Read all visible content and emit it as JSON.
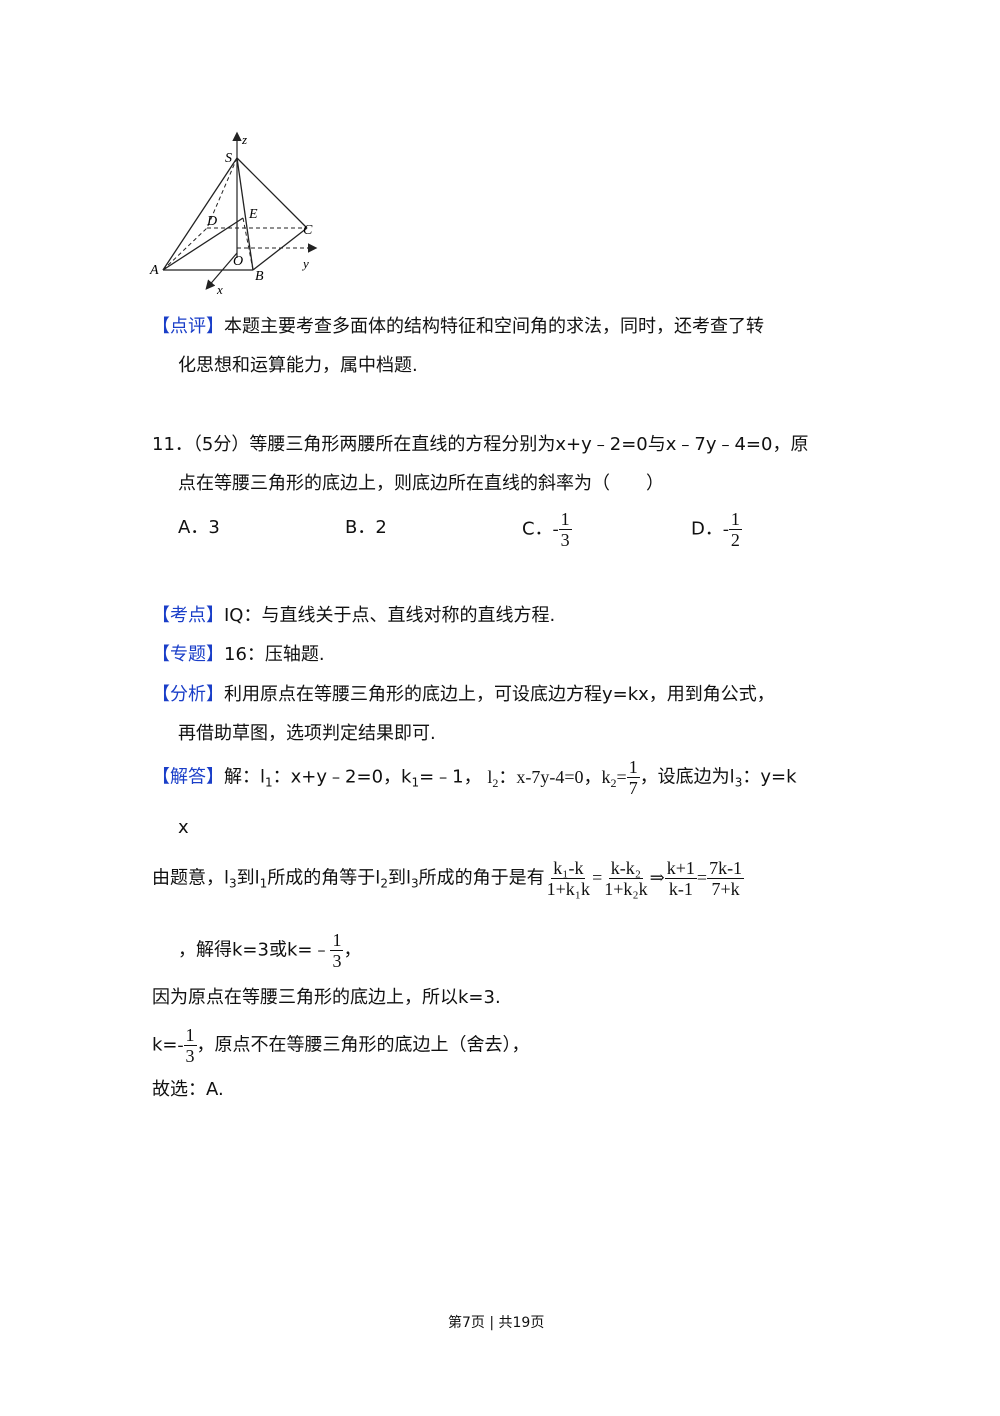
{
  "figure": {
    "labels": {
      "S": "S",
      "z": "z",
      "D": "D",
      "E": "E",
      "C": "C",
      "A": "A",
      "O": "O",
      "B": "B",
      "y": "y",
      "x": "x"
    }
  },
  "comment": {
    "tag": "【点评】",
    "line1": "本题主要考查多面体的结构特征和空间角的求法，同时，还考查了转",
    "line2": "化思想和运算能力，属中档题."
  },
  "question": {
    "line1": "11．（5分）等腰三角形两腰所在直线的方程分别为x+y﹣2=0与x﹣7y﹣4=0，原",
    "line2": "点在等腰三角形的底边上，则底边所在直线的斜率为（　　）",
    "options": {
      "a": "A．3",
      "b": "B．2",
      "c_label": "C．",
      "c_sign": "-",
      "c_num": "1",
      "c_den": "3",
      "d_label": "D．",
      "d_sign": "-",
      "d_num": "1",
      "d_den": "2"
    }
  },
  "kaodian": {
    "tag": "【考点】",
    "text": "IQ：与直线关于点、直线对称的直线方程."
  },
  "zhuanti": {
    "tag": "【专题】",
    "text": "16：压轴题."
  },
  "fenxi": {
    "tag": "【分析】",
    "line1": "利用原点在等腰三角形的底边上，可设底边方程y=kx，用到角公式，",
    "line2": "再借助草图，选项判定结果即可."
  },
  "jieda": {
    "tag": "【解答】",
    "p1": "解：l",
    "s1": "1",
    "p2": "：x+y﹣2=0，k",
    "s2": "1",
    "p3": "=﹣1，",
    "l2": "l",
    "s3": "2",
    "p4": "：x-7y-4=0，",
    "k2": "k",
    "s4": "2",
    "eq": "=",
    "f_num": "1",
    "f_den": "7",
    "p5": "，设底边为l",
    "s5": "3",
    "p6": "：y=k",
    "wrap": "x"
  },
  "derivation": {
    "t1": "由题意，l",
    "s1": "3",
    "t2": "到l",
    "s2": "1",
    "t3": "所成的角等于l",
    "s3": "2",
    "t4": "到l",
    "s4": "3",
    "t5": "所成的角于是有",
    "f1_num": "k₁-k",
    "f1_den": "1+k₁k",
    "eq1": "=",
    "f2_num": "k-k₂",
    "f2_den": "1+k₂k",
    "arrow": "⇒",
    "f3_num": "k+1",
    "f3_den": "k-1",
    "eq2": "=",
    "f4_num": "7k-1",
    "f4_den": "7+k"
  },
  "solution": {
    "t1": "，解得k=3或k=﹣",
    "num": "1",
    "den": "3",
    "t2": "，"
  },
  "because": "因为原点在等腰三角形的底边上，所以k=3.",
  "reject": {
    "t1": "k=",
    "sign": "-",
    "num": "1",
    "den": "3",
    "t2": "，原点不在等腰三角形的底边上（舍去），"
  },
  "answer": "故选：A.",
  "footer": "第7页 | 共19页"
}
